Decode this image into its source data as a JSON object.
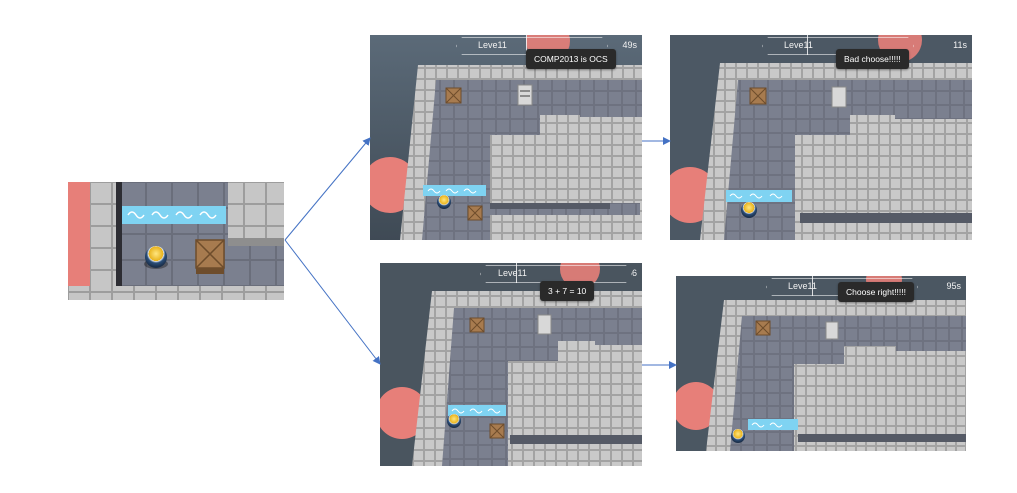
{
  "hud": {
    "level_label": "Leve11",
    "panel_top_left_time": "49s",
    "panel_top_right_time": "11s",
    "panel_bottom_left_time": "6",
    "panel_bottom_right_time": "95s"
  },
  "messages": {
    "question_false": "COMP2013 is OCS",
    "result_bad": "Bad choose!!!!!",
    "question_true": "3 + 7 = 10",
    "result_good": "Choose right!!!!!"
  },
  "colors": {
    "arrow": "#4472c4",
    "tile_top": "#c9c9c9",
    "tile_side": "#8e8e8e",
    "floor": "#7a7f8e",
    "water": "#7fd3f2",
    "crate": "#a77b4f",
    "ball_top": "#f0c419",
    "ball_bottom": "#2b4f7a",
    "toast_bg": "#2a2a2a"
  }
}
